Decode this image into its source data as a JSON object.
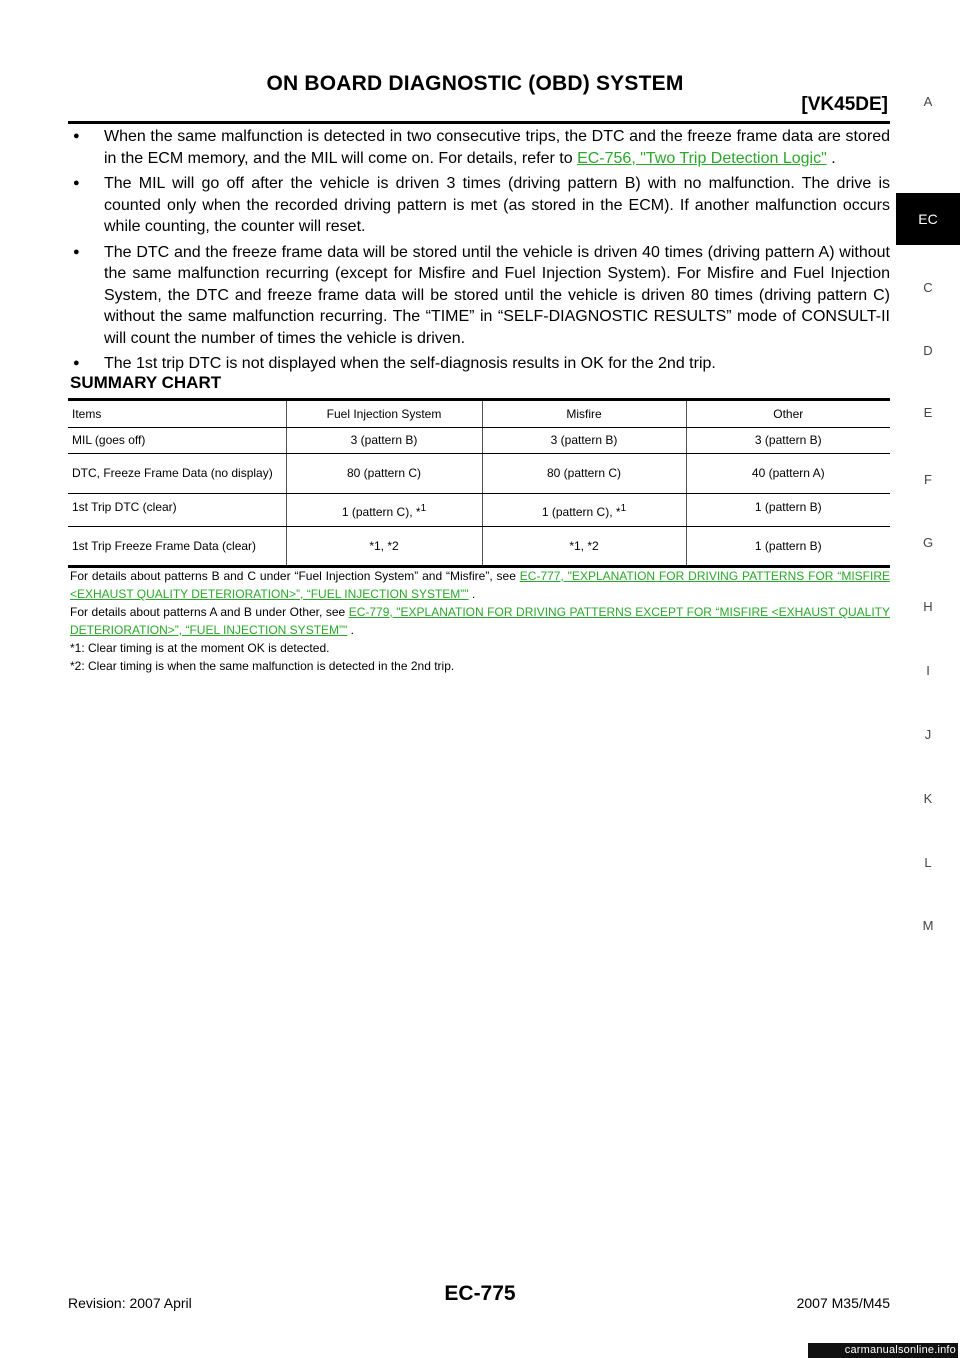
{
  "header": {
    "title": "ON BOARD DIAGNOSTIC (OBD) SYSTEM",
    "engine": "[VK45DE]"
  },
  "bullets": [
    {
      "text": "When the same malfunction is detected in two consecutive trips, the DTC and the freeze frame data are stored in the ECM memory, and the MIL will come on. For details, refer to ",
      "link": "EC-756, \"Two Trip Detection Logic\"",
      "after": " ."
    },
    {
      "text": "The MIL will go off after the vehicle is driven 3 times (driving pattern B) with no malfunction. The drive is counted only when the recorded driving pattern is met (as stored in the ECM). If another malfunction occurs while counting, the counter will reset."
    },
    {
      "text": "The DTC and the freeze frame data will be stored until the vehicle is driven 40 times (driving pattern A) without the same malfunction recurring (except for Misfire and Fuel Injection System). For Misfire and Fuel Injection System, the DTC and freeze frame data will be stored until the vehicle is driven 80 times (driving pattern C) without the same malfunction recurring. The “TIME” in “SELF-DIAGNOSTIC RESULTS” mode of CONSULT-II will count the number of times the vehicle is driven."
    },
    {
      "text": "The 1st trip DTC is not displayed when the self-diagnosis results in OK for the 2nd trip."
    }
  ],
  "summary": {
    "heading": "SUMMARY CHART",
    "columns": [
      "Items",
      "Fuel Injection System",
      "Misfire",
      "Other"
    ],
    "rows": [
      {
        "item": "MIL (goes off)",
        "fuel": "3 (pattern B)",
        "fuel_sup": "",
        "misfire": "3 (pattern B)",
        "misfire_sup": "",
        "other": "3 (pattern B)"
      },
      {
        "item": "DTC, Freeze Frame Data (no display)",
        "fuel": "80 (pattern C)",
        "fuel_sup": "",
        "misfire": "80 (pattern C)",
        "misfire_sup": "",
        "other": "40 (pattern A)"
      },
      {
        "item": "1st Trip DTC (clear)",
        "fuel": "1 (pattern C), *",
        "fuel_sup": "1",
        "misfire": "1 (pattern C), *",
        "misfire_sup": "1",
        "other": "1 (pattern B)"
      },
      {
        "item": "1st Trip Freeze Frame Data (clear)",
        "fuel": "*1, *2",
        "fuel_sup": "",
        "misfire": "*1, *2",
        "misfire_sup": "",
        "other": "1 (pattern B)"
      }
    ]
  },
  "notes": {
    "note1_text": "For details about patterns B and C under “Fuel Injection System” and “Misfire”, see ",
    "note1_link": "EC-777, \"EXPLANATION FOR DRIVING PATTERNS FOR “MISFIRE <EXHAUST QUALITY DETERIORATION>”, “FUEL INJECTION SYSTEM”\"",
    "note1_after": " .",
    "note2_text": "For details about patterns A and B under Other, see ",
    "note2_link": "EC-779, \"EXPLANATION FOR DRIVING PATTERNS EXCEPT FOR “MISFIRE <EXHAUST QUALITY DETERIORATION>”, “FUEL INJECTION SYSTEM”\"",
    "note2_after": " .",
    "footnote1": "*1: Clear timing is at the moment OK is detected.",
    "footnote2": "*2: Clear timing is when the same malfunction is detected in the 2nd trip."
  },
  "side_index": [
    "A",
    "C",
    "D",
    "E",
    "F",
    "G",
    "H",
    "I",
    "J",
    "K",
    "L",
    "M"
  ],
  "side_tab": "EC",
  "footer": {
    "revision": "Revision: 2007 April",
    "page": "EC-775",
    "model": "2007 M35/M45",
    "brand": "carmanualsonline.info"
  }
}
